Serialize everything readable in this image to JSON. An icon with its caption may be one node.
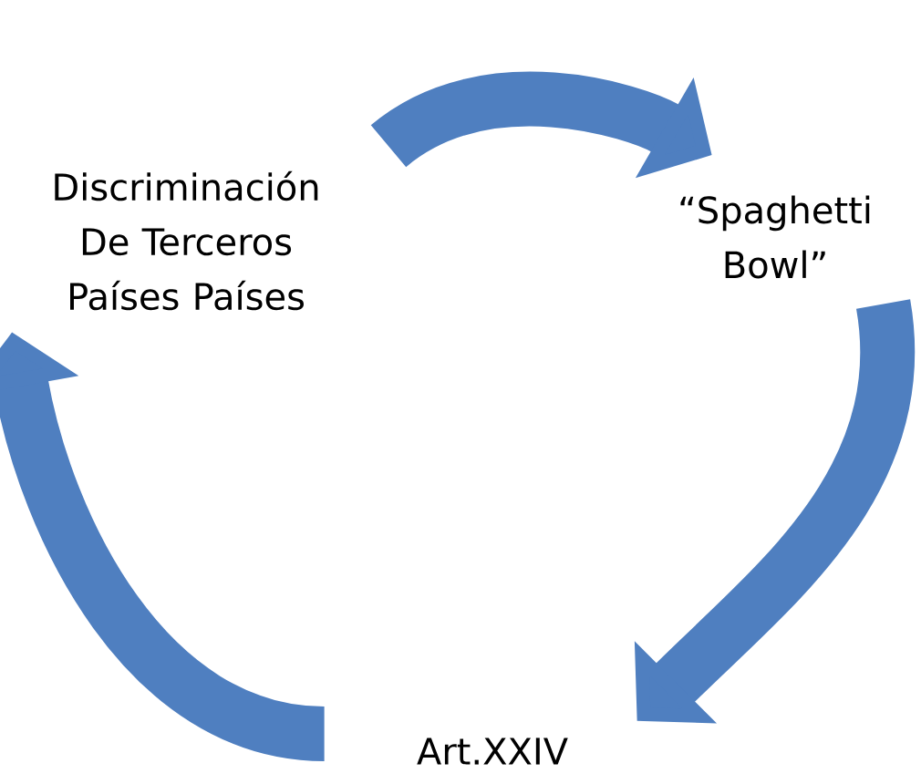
{
  "diagram": {
    "nodes": [
      {
        "text": [
          "Discriminación De Terceros Países Países"
        ]
      },
      {
        "text": [
          "“Spaghetti Bowl”"
        ]
      },
      {
        "text": [
          "Art.XXIV"
        ]
      }
    ],
    "edges": [
      {
        "from": 0,
        "to": 1,
        "arrow": "to"
      },
      {
        "from": 1,
        "to": 2,
        "arrow": "to"
      },
      {
        "from": 2,
        "to": 0,
        "arrow": "to"
      }
    ]
  }
}
